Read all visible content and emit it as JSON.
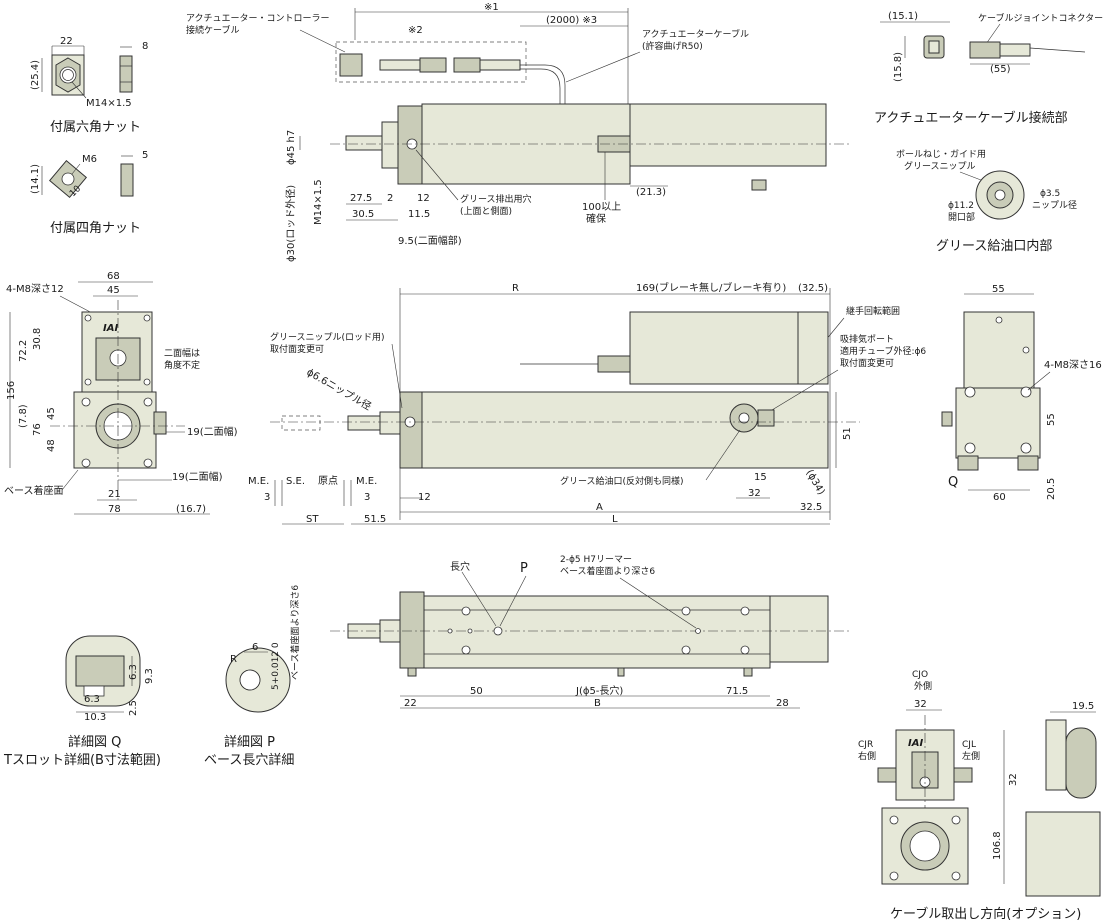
{
  "note_top": {
    "cable_label_1": "アクチュエーター・コントローラー",
    "cable_label_2": "接続ケーブル",
    "ref1": "※1",
    "ref2": "※2",
    "ref3": "(2000) ※3",
    "act_cable_1": "アクチュエーターケーブル",
    "act_cable_2": "(許容曲げR50)",
    "d_45h7": "ϕ45 h7",
    "d_m14": "M14×1.5",
    "d_30": "ϕ30(ロッド外径)",
    "d_27_5": "27.5",
    "d_2": "2",
    "d_12": "12",
    "d_30_5": "30.5",
    "d_11_5": "11.5",
    "d_9_5": "9.5(二面幅部)",
    "grease_out_1": "グリース排出用穴",
    "grease_out_2": "(上面と側面)",
    "d_100_1": "100以上",
    "d_100_2": "確保",
    "d_21_3": "(21.3)"
  },
  "hex_nut": {
    "d22": "22",
    "d8": "8",
    "d25_4": "(25.4)",
    "thread": "M14×1.5",
    "title": "付属六角ナット"
  },
  "sq_nut": {
    "m6": "M6",
    "d5": "5",
    "d14_1": "(14.1)",
    "d10": "10",
    "title": "付属四角ナット"
  },
  "cable_joint": {
    "d15_1": "(15.1)",
    "d15_8": "(15.8)",
    "d55": "(55)",
    "connector": "ケーブルジョイントコネクター",
    "title": "アクチュエーターケーブル接続部"
  },
  "grease_port": {
    "label_1": "ボールねじ・ガイド用",
    "label_2": "グリースニップル",
    "d11_2a": "ϕ11.2",
    "d11_2b": "開口部",
    "d3_5a": "ϕ3.5",
    "d3_5b": "ニップル径",
    "title": "グリース給油口内部"
  },
  "front": {
    "d68": "68",
    "d45": "45",
    "m8": "4-M8深さ12",
    "d156": "156",
    "d72_2": "72.2",
    "d30_8": "30.8",
    "d7_8": "(7.8)",
    "d45v": "45",
    "d76": "76",
    "d48": "48",
    "flat_1": "二面幅は",
    "flat_2": "角度不定",
    "d19a": "19(二面幅)",
    "d19b": "19(二面幅)",
    "base": "ベース着座面",
    "d21": "21",
    "d78": "78",
    "d16_7": "(16.7)"
  },
  "side": {
    "r": "R",
    "d169": "169(ブレーキ無し/ブレーキ有り)",
    "d32_5": "(32.5)",
    "joint": "継手回転範囲",
    "nipple_1": "グリースニップル(ロッド用)",
    "nipple_2": "取付面変更可",
    "d6_6": "ϕ6.6ニップル径",
    "air_1": "吸排気ポート",
    "air_2": "適用チューブ外径:ϕ6",
    "air_3": "取付面変更可",
    "d51": "51",
    "d15": "15",
    "d34": "(ϕ34)",
    "d32": "32",
    "d32_5b": "32.5",
    "me1": "M.E.",
    "se": "S.E.",
    "origin": "原点",
    "me2": "M.E.",
    "d3a": "3",
    "d3b": "3",
    "d12": "12",
    "grease_in": "グリース給油口(反対側も同様)",
    "st": "ST",
    "d51_5": "51.5",
    "a": "A",
    "l": "L"
  },
  "rear": {
    "d55": "55",
    "m8": "4-M8深さ16",
    "d55v": "55",
    "d20_5": "20.5",
    "d60": "60",
    "q": "Q"
  },
  "bottom": {
    "slot": "長穴",
    "p": "P",
    "ream_1": "2-ϕ5 H7リーマー",
    "ream_2": "ベース着座面より深さ6",
    "d22": "22",
    "d50": "50",
    "j": "J(ϕ5-長穴)",
    "d71_5": "71.5",
    "b": "B",
    "d28": "28"
  },
  "detail_q": {
    "d6_3a": "6.3",
    "d9_3": "9.3",
    "d6_3b": "6.3",
    "d2_5": "2.5",
    "d10_3": "10.3",
    "title_1": "詳細図 Q",
    "title_2": "Tスロット詳細(B寸法範囲)"
  },
  "detail_p": {
    "r": "R",
    "d6": "6",
    "tol": "5+0.012 0",
    "depth": "ベース着座面より深さ6",
    "title_1": "詳細図 P",
    "title_2": "ベース長穴詳細"
  },
  "option": {
    "cjo_1": "CJO",
    "cjo_2": "外側",
    "d32a": "32",
    "cjr_1": "CJR",
    "cjr_2": "右側",
    "cjl_1": "CJL",
    "cjl_2": "左側",
    "d32b": "32",
    "d106_8": "106.8",
    "d19_5": "19.5",
    "title": "ケーブル取出し方向(オプション)"
  }
}
